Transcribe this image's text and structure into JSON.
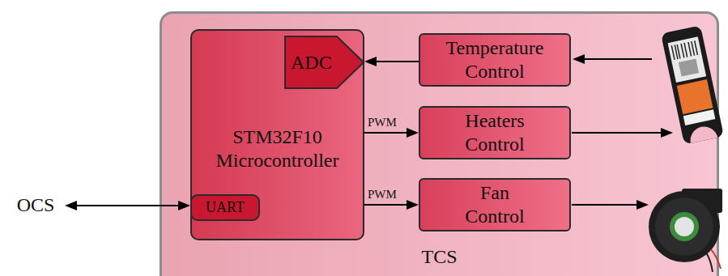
{
  "diagram": {
    "nodes": [
      {
        "text": [
          "OCS"
        ]
      },
      {
        "text": [
          "TCS"
        ]
      },
      {
        "text": [
          "STM32F10 Microcontroller"
        ],
        "in": 1
      },
      {
        "text": [
          "ADC"
        ],
        "in": 2
      },
      {
        "text": [
          "UART"
        ],
        "in": 2
      },
      {
        "text": [
          "Temperature Control"
        ],
        "in": 1
      },
      {
        "text": [
          "Heaters Control"
        ],
        "in": 1
      },
      {
        "text": [
          "Fan Control"
        ],
        "in": 1
      }
    ],
    "edges": [
      {
        "from": 0,
        "to": 4,
        "arrow": "both"
      },
      {
        "from": 5,
        "to": 3,
        "arrow": "to"
      },
      {
        "from": 2,
        "to": 6,
        "label": "PWM",
        "arrow": "to"
      },
      {
        "from": 2,
        "to": 7,
        "label": "PWM",
        "arrow": "to"
      }
    ]
  }
}
